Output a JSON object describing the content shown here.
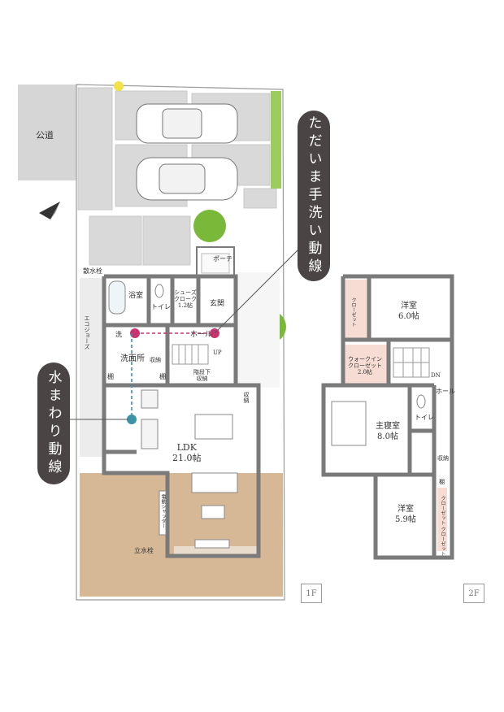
{
  "site": {
    "road": "公道",
    "water_tap_1": "散水栓",
    "water_tap_2": "立水栓",
    "ecojoze": "エコジョーズ"
  },
  "floor1": {
    "label": "1F",
    "rooms": {
      "porch": "ポーチ",
      "bath": "浴室",
      "toilet": "トイレ",
      "shoes_cl_1": "シューズ",
      "shoes_cl_2": "クローク",
      "shoes_cl_3": "1.2帖",
      "entrance": "玄関",
      "hall": "ホール",
      "washroom": "洗面所",
      "wash_mark": "洗",
      "storage": "収納",
      "shelf": "棚",
      "up": "UP",
      "under_stair_1": "階段下",
      "under_stair_2": "収納",
      "ldk_1": "LDK",
      "ldk_2": "21.0帖",
      "shutter": "電動シャッター"
    }
  },
  "floor2": {
    "label": "2F",
    "rooms": {
      "western1_1": "洋室",
      "western1_2": "6.0帖",
      "closet": "クローゼット",
      "walkin_1": "ウォークイン",
      "walkin_2": "クローゼット",
      "walkin_3": "2.0帖",
      "dn": "DN",
      "hall": "ホール",
      "master_1": "主寝室",
      "master_2": "8.0帖",
      "toilet": "トイレ",
      "storage": "収納",
      "shelf": "棚",
      "western2_1": "洋室",
      "western2_2": "5.9帖"
    }
  },
  "callouts": {
    "tadaima": "ただいま手洗い動線",
    "mizumawari": "水まわり動線"
  },
  "colors": {
    "wall": "#7a7a7a",
    "deck": "#d6b896",
    "lawn": "#7ab83a",
    "pink_line": "#c9336f",
    "blue_line": "#3a93a6",
    "callout": "#4a4544",
    "closet_fill": "#f6dcd3"
  }
}
